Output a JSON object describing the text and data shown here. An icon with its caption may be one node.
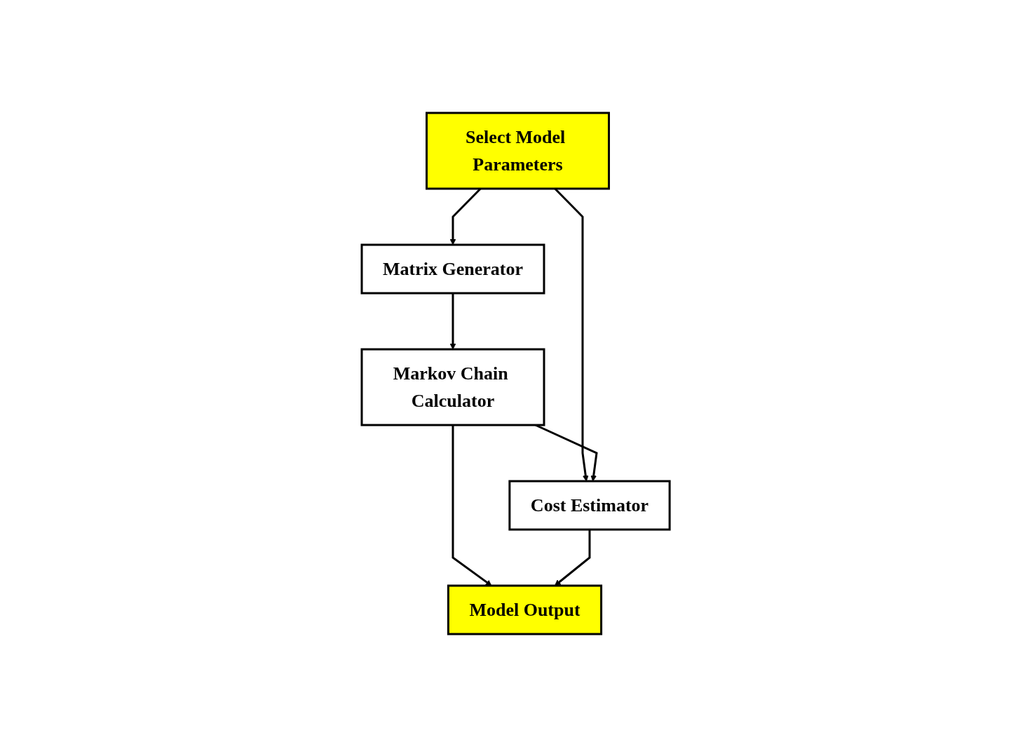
{
  "diagram": {
    "nodes": [
      {
        "text": [
          "Select Model Parameters"
        ]
      },
      {
        "text": [
          "Matrix Generator"
        ]
      },
      {
        "text": [
          "Markov Chain Calculator"
        ]
      },
      {
        "text": [
          "Cost Estimator"
        ]
      },
      {
        "text": [
          "Model Output"
        ]
      }
    ],
    "edges": [
      {
        "from": 0,
        "to": 1,
        "arrow": "to"
      },
      {
        "from": 0,
        "to": 3,
        "arrow": "to"
      },
      {
        "from": 1,
        "to": 2,
        "arrow": "to"
      },
      {
        "from": 2,
        "to": 3,
        "arrow": "to"
      },
      {
        "from": 2,
        "to": 4,
        "arrow": "to"
      },
      {
        "from": 3,
        "to": 4,
        "arrow": "to"
      }
    ]
  }
}
